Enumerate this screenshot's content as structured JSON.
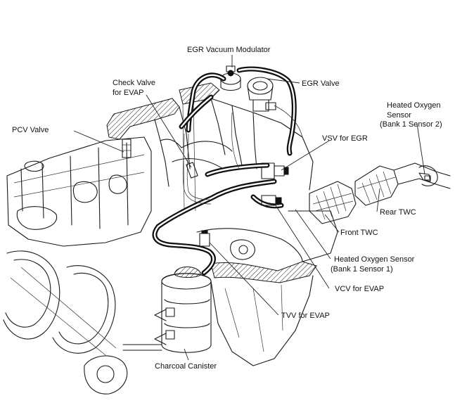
{
  "labels": {
    "egr_vacuum_modulator": "EGR Vacuum Modulator",
    "check_valve_line1": "Check Valve",
    "check_valve_line2": "for EVAP",
    "egr_valve": "EGR Valve",
    "pcv_valve": "PCV Valve",
    "ho2s_b1s2_line1": "Heated Oxygen",
    "ho2s_b1s2_line2": "Sensor",
    "ho2s_b1s2_line3": "(Bank 1 Sensor 2)",
    "vsv_for_egr": "VSV for EGR",
    "rear_twc": "Rear TWC",
    "front_twc": "Front TWC",
    "ho2s_b1s1_line1": "Heated Oxygen Sensor",
    "ho2s_b1s1_line2": "(Bank 1 Sensor 1)",
    "vcv_for_evap": "VCV for EVAP",
    "tvv_for_evap": "TVV for EVAP",
    "charcoal_canister": "Charcoal Canister"
  }
}
